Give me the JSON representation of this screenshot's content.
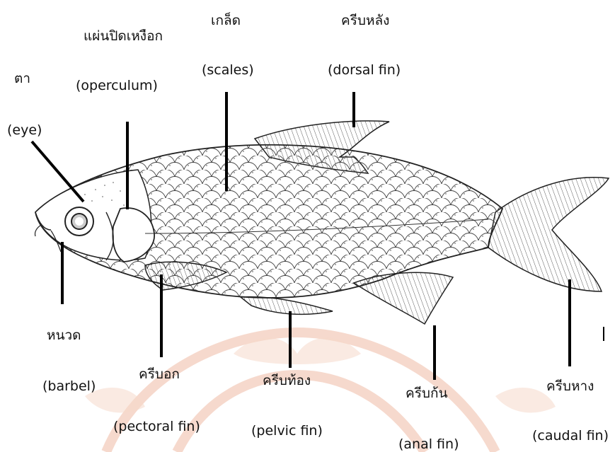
{
  "diagram": {
    "parts": [
      {
        "id": "eye",
        "thai": "ตา",
        "english": "(eye)"
      },
      {
        "id": "operculum",
        "thai": "แผ่นปิดเหงือก",
        "english": "(operculum)"
      },
      {
        "id": "scales",
        "thai": "เกล็ด",
        "english": "(scales)"
      },
      {
        "id": "dorsal",
        "thai": "ครีบหลัง",
        "english": "(dorsal fin)"
      },
      {
        "id": "barbel",
        "thai": "หนวด",
        "english": "(barbel)"
      },
      {
        "id": "pectoral",
        "thai": "ครีบอก",
        "english": "(pectoral fin)"
      },
      {
        "id": "pelvic",
        "thai": "ครีบท้อง",
        "english": "(pelvic fin)"
      },
      {
        "id": "anal",
        "thai": "ครีบก้น",
        "english": "(anal fin)"
      },
      {
        "id": "caudal",
        "thai": "ครีบหาง",
        "english": "(caudal fin)"
      }
    ]
  },
  "colors": {
    "ink": "#111111",
    "watermark": "#f3cdbd",
    "background": "#ffffff"
  }
}
